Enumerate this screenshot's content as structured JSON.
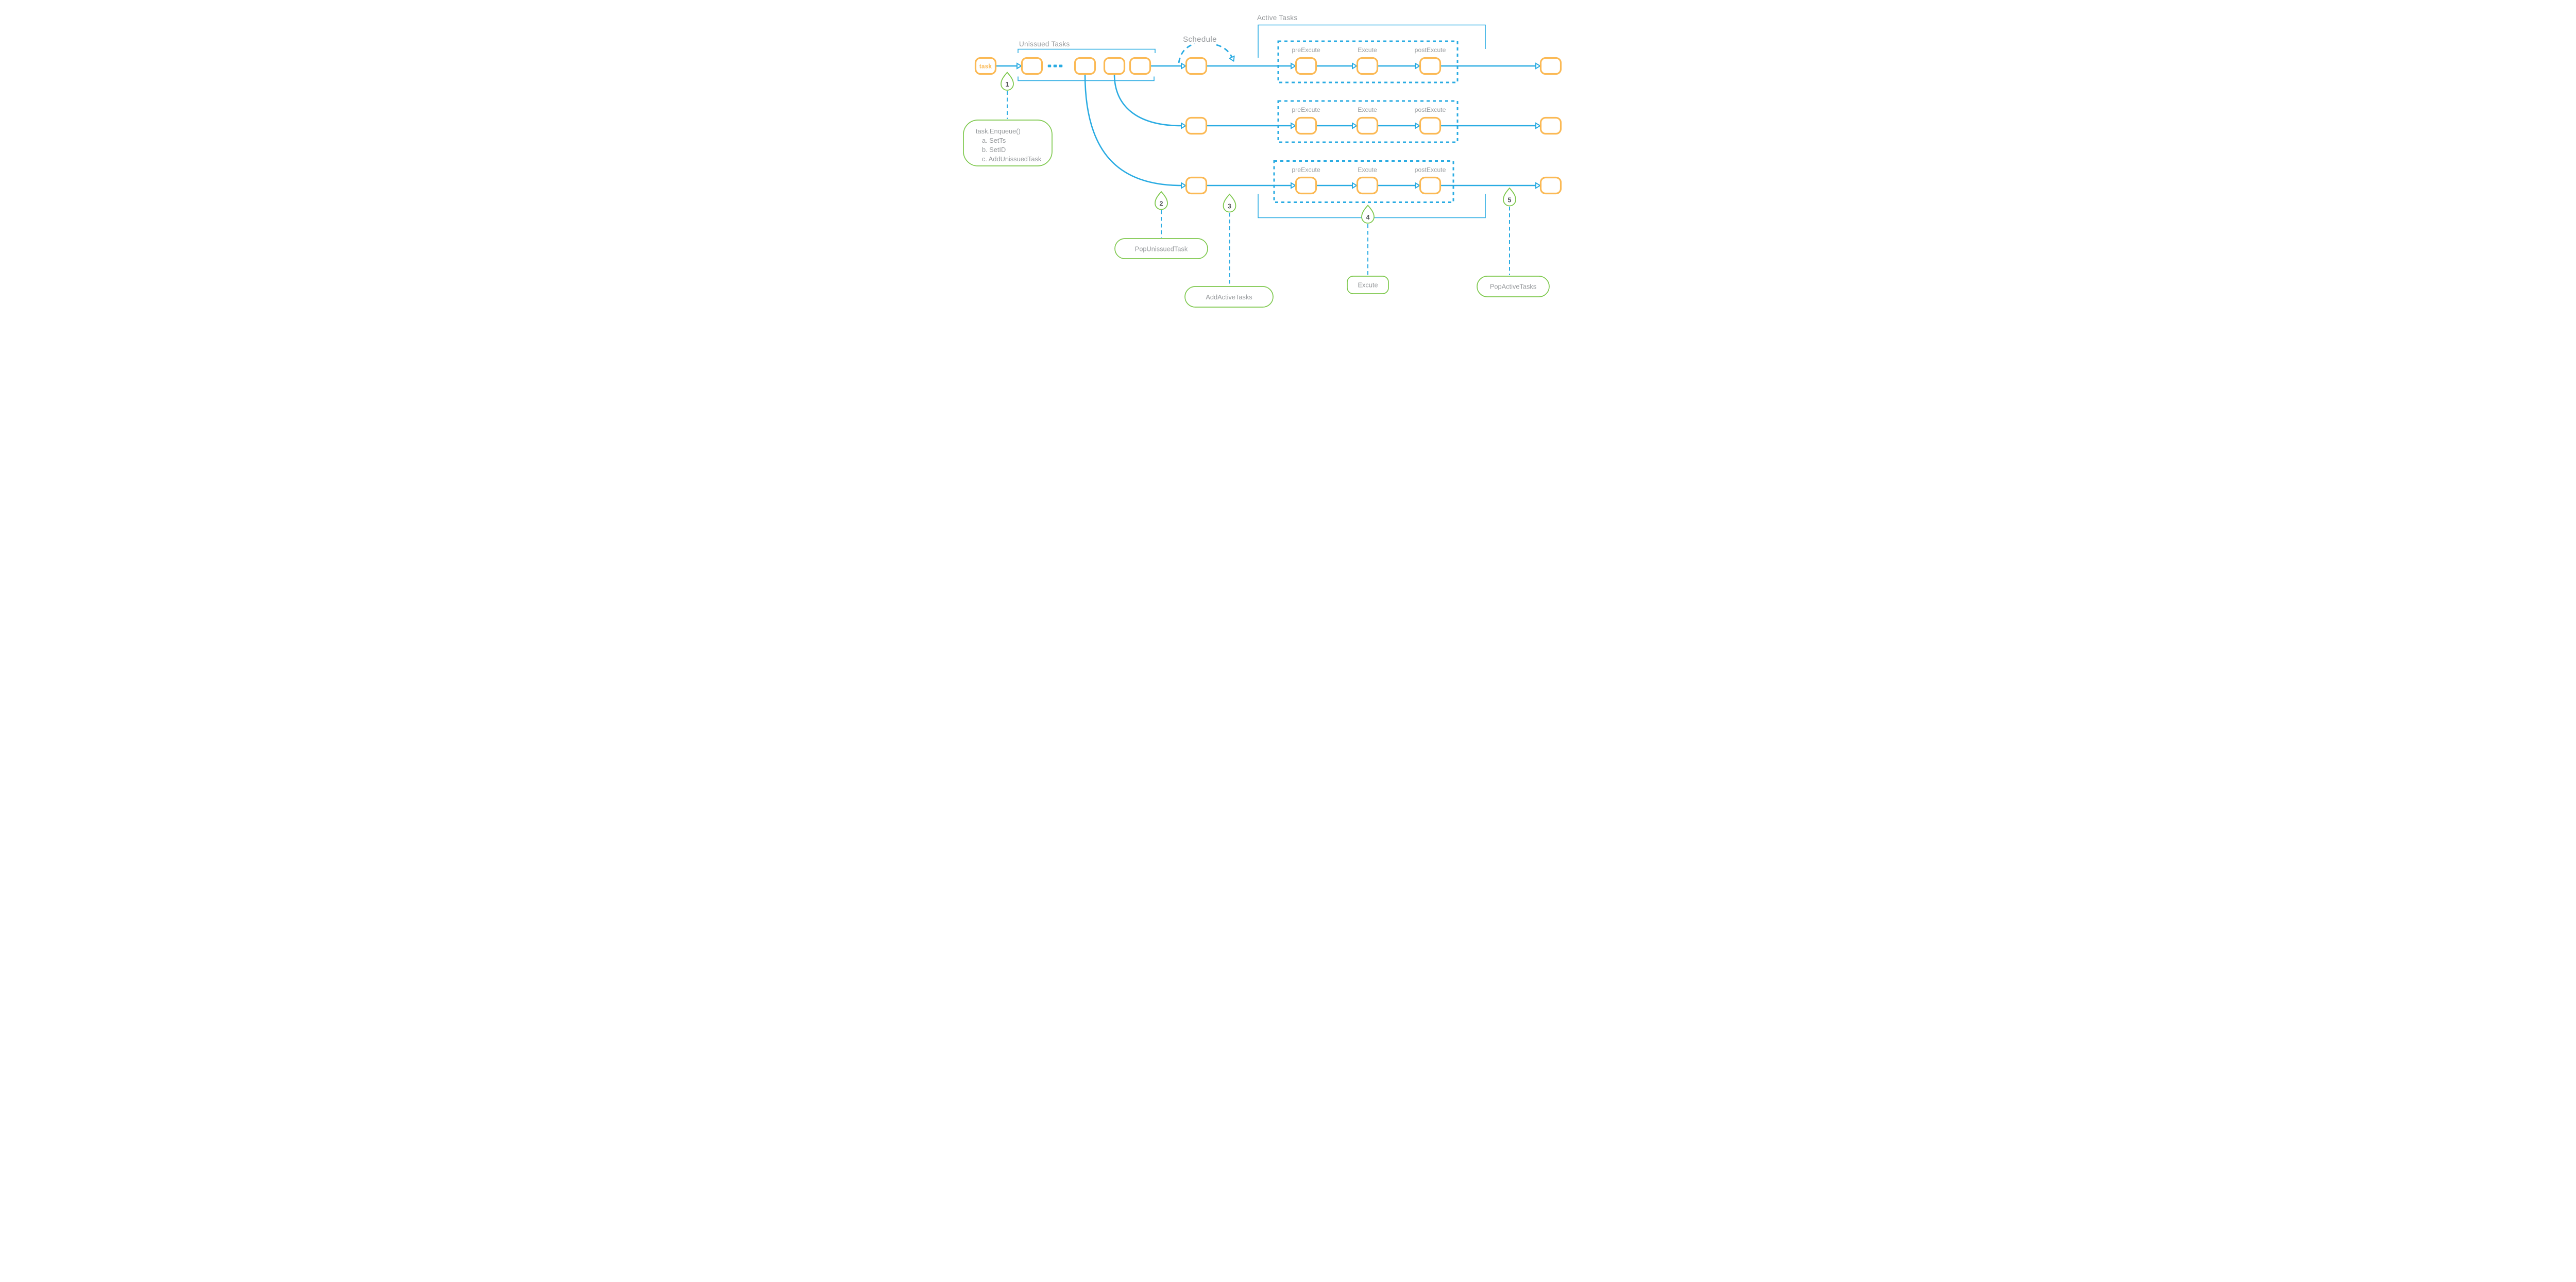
{
  "colors": {
    "flow_blue": "#29ABE2",
    "node_orange": "#FBB954",
    "annotation_green": "#7DC84C",
    "label_gray": "#95989B",
    "number_gray": "#515456"
  },
  "labels": {
    "task_node": "task",
    "unissued_tasks": "Unissued Tasks",
    "schedule": "Schedule",
    "active_tasks": "Active Tasks"
  },
  "rows": [
    {
      "steps": [
        "preExcute",
        "Excute",
        "postExcute"
      ]
    },
    {
      "steps": [
        "preExcute",
        "Excute",
        "postExcute"
      ]
    },
    {
      "steps": [
        "preExcute",
        "Excute",
        "postExcute"
      ]
    }
  ],
  "annotations": [
    {
      "number": "1",
      "title": "task.Enqueue()",
      "items": [
        "a. SetTs",
        "b. SetID",
        "c. AddUnissuedTask"
      ]
    },
    {
      "number": "2",
      "label": "PopUnissuedTask"
    },
    {
      "number": "3",
      "label": "AddActiveTasks"
    },
    {
      "number": "4",
      "label": "Excute"
    },
    {
      "number": "5",
      "label": "PopActiveTasks"
    }
  ]
}
